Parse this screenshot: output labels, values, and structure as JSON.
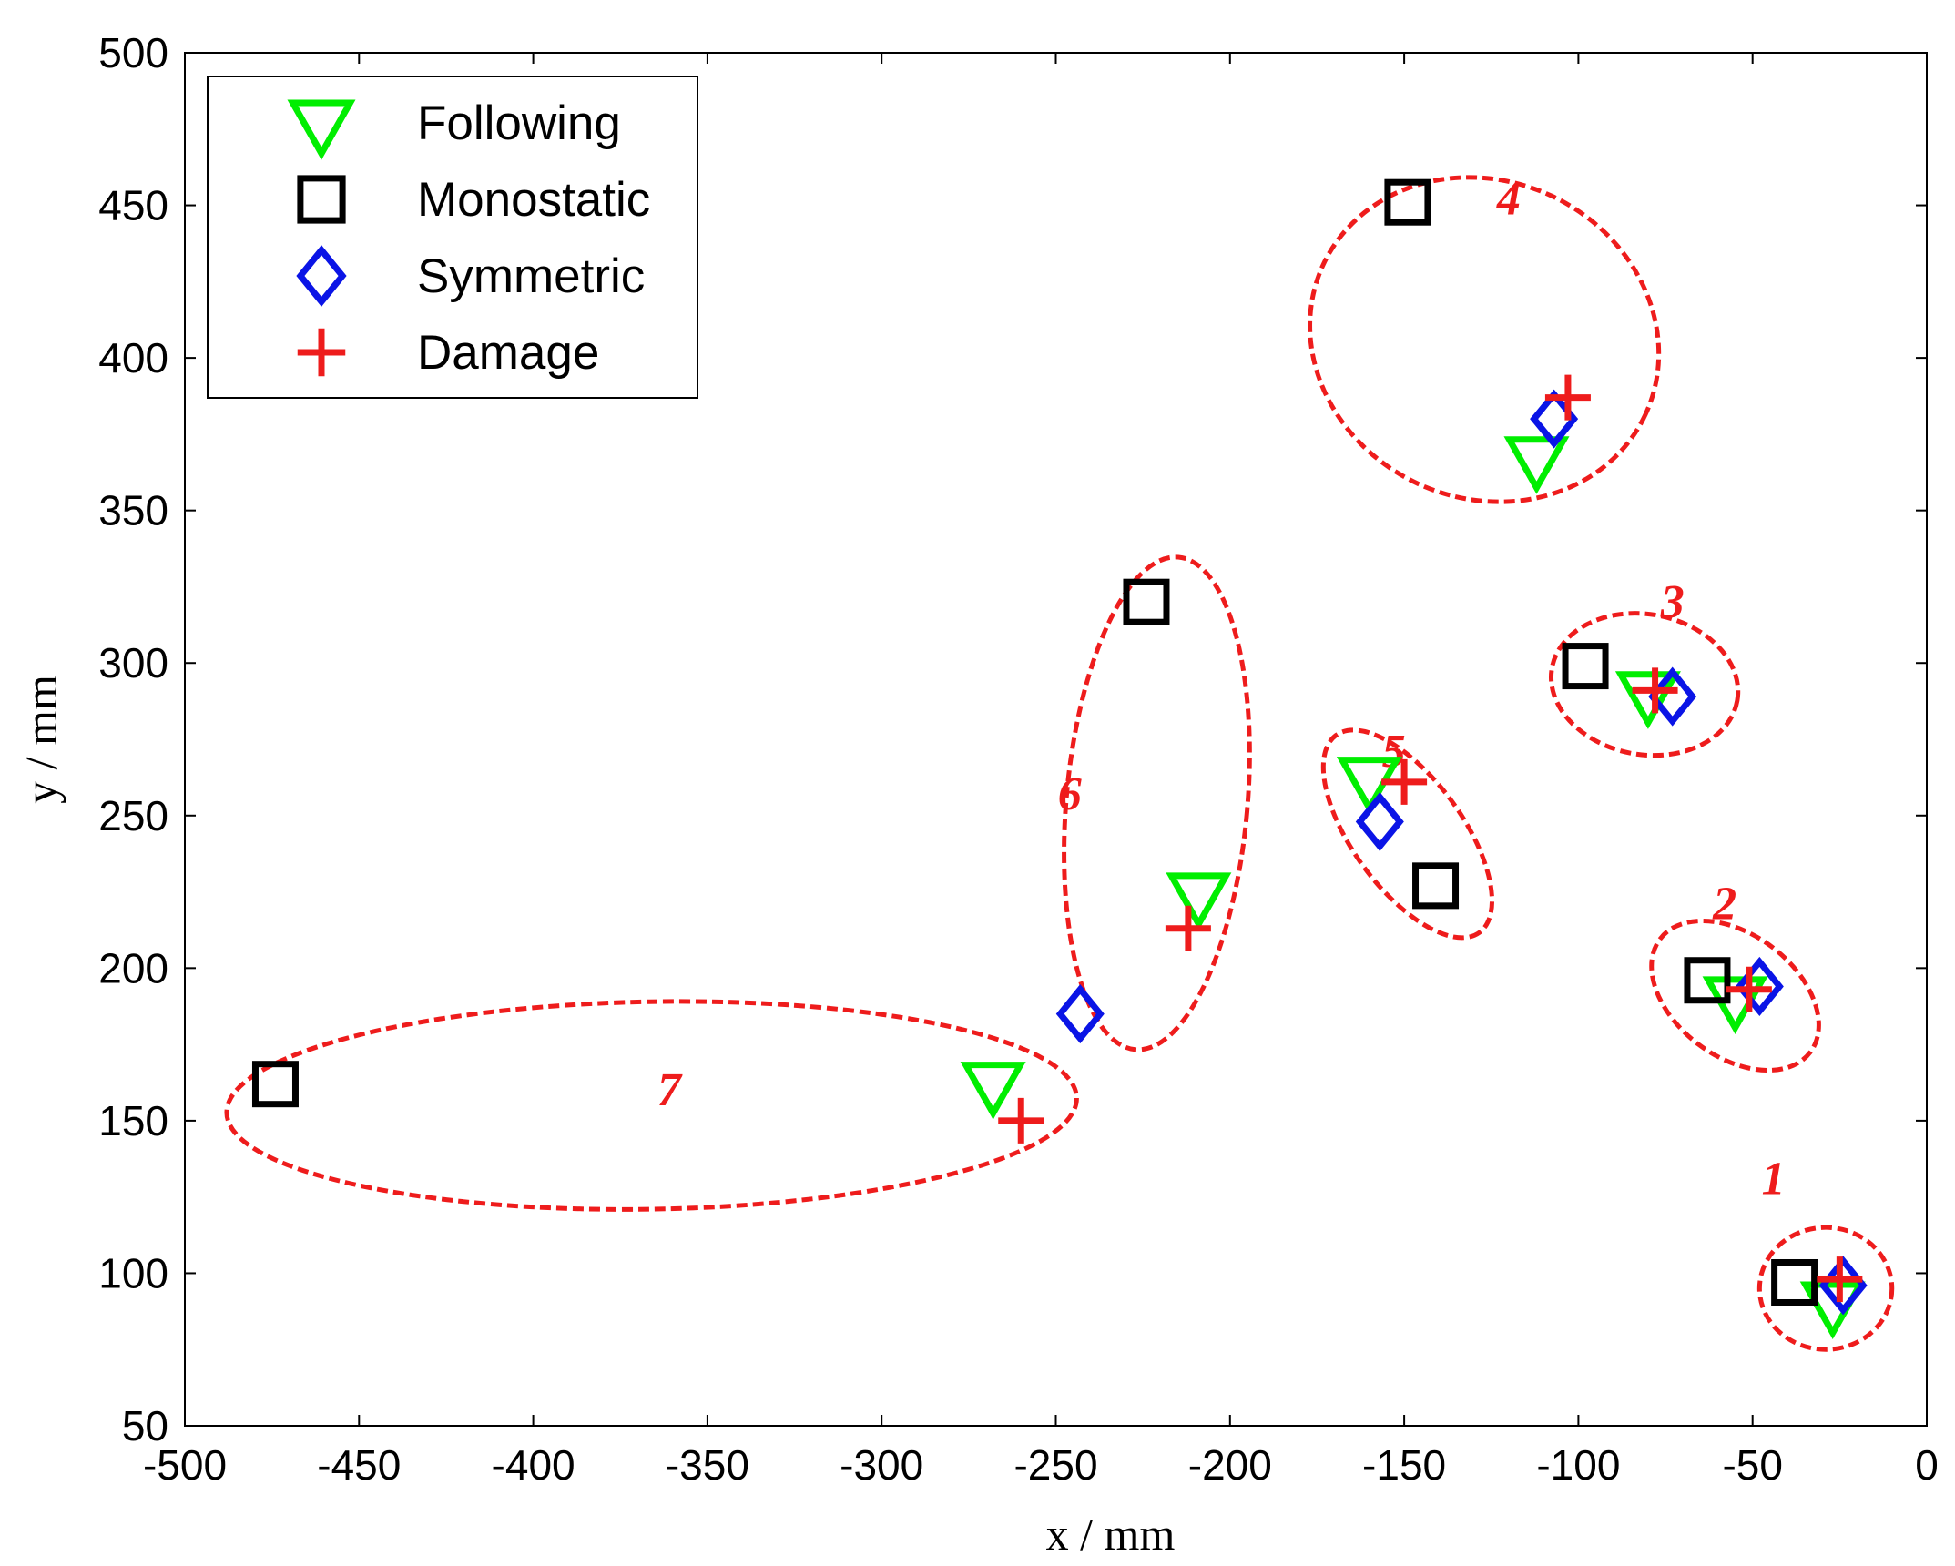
{
  "chart_data": {
    "type": "scatter",
    "title": "",
    "xlabel": "x / mm",
    "ylabel": "y / mm",
    "xlim": [
      -500,
      0
    ],
    "ylim": [
      50,
      500
    ],
    "xticks": [
      -500,
      -450,
      -400,
      -350,
      -300,
      -250,
      -200,
      -150,
      -100,
      -50,
      0
    ],
    "yticks": [
      50,
      100,
      150,
      200,
      250,
      300,
      350,
      400,
      450,
      500
    ],
    "grid": false,
    "legend_position": "top-left",
    "colors": {
      "following": "#00ee00",
      "monostatic": "#000000",
      "symmetric": "#0a14e6",
      "damage": "#ee1c1c"
    },
    "series": [
      {
        "name": "Following",
        "marker": "triangle-down",
        "x": [
          -27,
          -55,
          -80,
          -112,
          -160,
          -209,
          -268
        ],
        "y": [
          90,
          190,
          290,
          367,
          262,
          224,
          162
        ]
      },
      {
        "name": "Monostatic",
        "marker": "square",
        "x": [
          -38,
          -63,
          -98,
          -149,
          -141,
          -224,
          -474
        ],
        "y": [
          97,
          196,
          299,
          451,
          227,
          320,
          162
        ]
      },
      {
        "name": "Symmetric",
        "marker": "diamond",
        "x": [
          -24,
          -48,
          -73,
          -107,
          -157,
          -243
        ],
        "y": [
          96,
          194,
          289,
          380,
          248,
          185
        ]
      },
      {
        "name": "Damage",
        "marker": "plus",
        "x": [
          -25,
          -51,
          -78,
          -103,
          -150,
          -212,
          -260
        ],
        "y": [
          98,
          193,
          291,
          387,
          261,
          213,
          150
        ]
      }
    ],
    "groups": [
      {
        "label": "1",
        "label_pos": [
          -44,
          126
        ],
        "center": [
          -29,
          95
        ],
        "rx": 19,
        "ry": 20,
        "rotation": 0
      },
      {
        "label": "2",
        "label_pos": [
          -58,
          216
        ],
        "center": [
          -55,
          191
        ],
        "rx": 27,
        "ry": 20,
        "rotation": 37
      },
      {
        "label": "3",
        "label_pos": [
          -73,
          315
        ],
        "center": [
          -81,
          293
        ],
        "rx": 27,
        "ry": 23,
        "rotation": 10
      },
      {
        "label": "4",
        "label_pos": [
          -120,
          447
        ],
        "center": [
          -127,
          406
        ],
        "rx": 51,
        "ry": 52,
        "rotation": 25
      },
      {
        "label": "5",
        "label_pos": [
          -153,
          266
        ],
        "center": [
          -149,
          244
        ],
        "rx": 35,
        "ry": 18,
        "rotation": 54
      },
      {
        "label": "6",
        "label_pos": [
          -246,
          252
        ],
        "center": [
          -221,
          254
        ],
        "rx": 26,
        "ry": 81,
        "rotation": 5
      },
      {
        "label": "7",
        "label_pos": [
          -361,
          155
        ],
        "center": [
          -366,
          155
        ],
        "rx": 122,
        "ry": 34,
        "rotation": -1
      }
    ]
  }
}
